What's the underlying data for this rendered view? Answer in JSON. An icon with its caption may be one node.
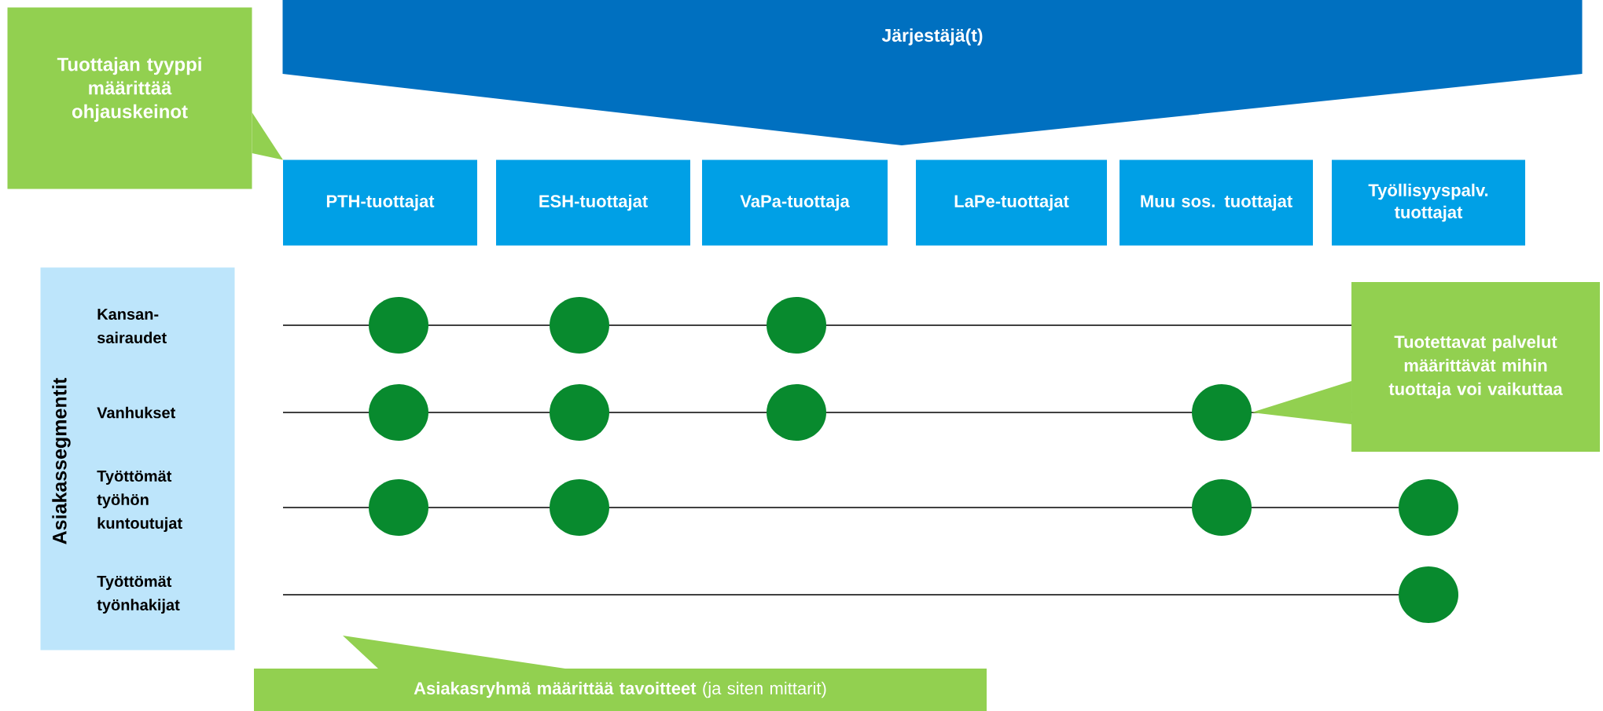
{
  "diagram": {
    "nodes": [
      {
        "text": [
          "Järjestäjä(t)"
        ]
      },
      {
        "text": [
          "Tuottajan tyyppi määrittää ohjauskeinot"
        ]
      },
      {
        "text": [
          "PTH-tuottajat"
        ]
      },
      {
        "text": [
          "ESH-tuottajat"
        ]
      },
      {
        "text": [
          "VaPa-tuottaja"
        ]
      },
      {
        "text": [
          "LaPe-tuottajat"
        ]
      },
      {
        "text": [
          "Muu sos. tuottajat"
        ]
      },
      {
        "text": [
          "Työllisyyspalv. tuottajat"
        ]
      },
      {
        "text": [
          "Asiakassegmentit",
          "Kansan- sairaudet",
          "Vanhukset",
          "Työttömät työhön kuntoutujat",
          "Työttömät työnhakijat"
        ]
      },
      {
        "text": [],
        "shape": "circle"
      },
      {
        "text": [],
        "shape": "circle"
      },
      {
        "text": [],
        "shape": "circle"
      },
      {
        "text": [],
        "shape": "circle"
      },
      {
        "text": [],
        "shape": "circle"
      },
      {
        "text": [],
        "shape": "circle"
      },
      {
        "text": [],
        "shape": "circle"
      },
      {
        "text": [],
        "shape": "circle"
      },
      {
        "text": [],
        "shape": "circle"
      },
      {
        "text": [],
        "shape": "circle"
      },
      {
        "text": [],
        "shape": "circle"
      },
      {
        "text": [],
        "shape": "circle"
      },
      {
        "text": [
          "Tuotettavat palvelut määrittävät mihin tuottaja voi vaikuttaa"
        ]
      },
      {
        "text": [
          "**Asiakasryhmä määrittää tavoitteet** (ja siten mittarit)"
        ]
      }
    ],
    "edges": [
      {
        "from": 0,
        "to": null,
        "arrow": "to"
      },
      {
        "from": 1,
        "to": 2,
        "arrow": "to"
      },
      {
        "from": 21,
        "to": 15,
        "arrow": "to"
      },
      {
        "from": 22,
        "to": null,
        "arrow": "both"
      }
    ]
  }
}
